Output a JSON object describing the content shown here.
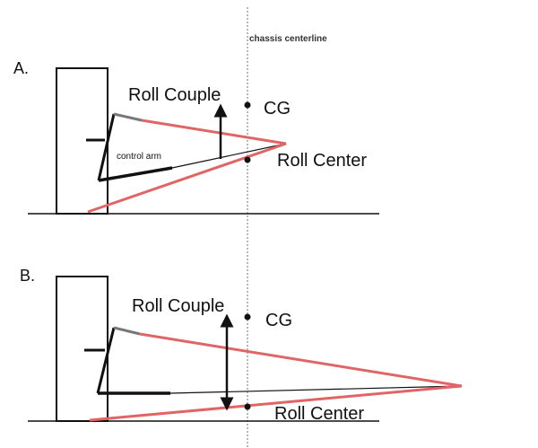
{
  "colors": {
    "link": "#e06666",
    "ink": "#111111",
    "centerline": "#888888",
    "stub": "#777777"
  },
  "centerline_label": "chassis centerline",
  "panels": [
    {
      "label": "A.",
      "roll_couple": "Roll Couple",
      "cg": "CG",
      "roll_center": "Roll Center",
      "control_arm": "control arm"
    },
    {
      "label": "B.",
      "roll_couple": "Roll Couple",
      "cg": "CG",
      "roll_center": "Roll Center"
    }
  ]
}
